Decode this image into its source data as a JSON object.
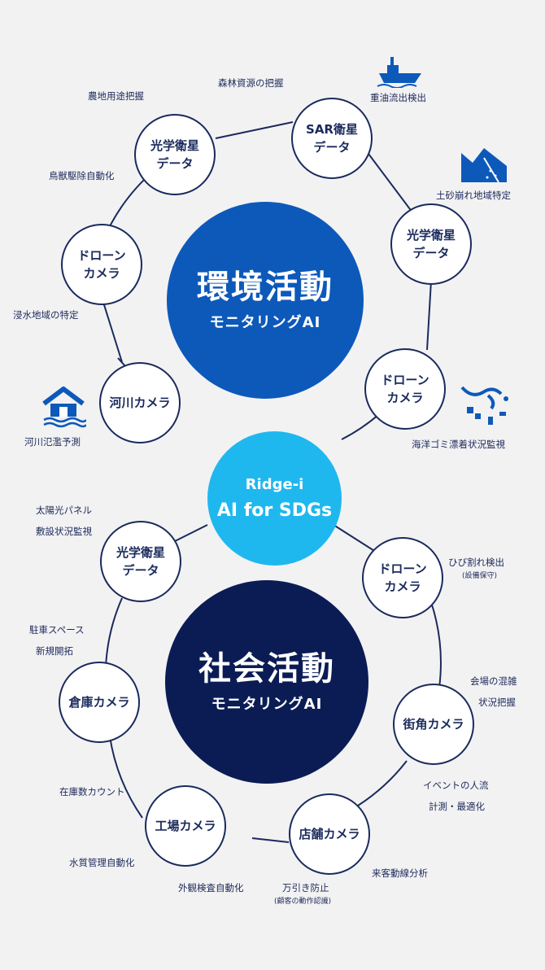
{
  "colors": {
    "ring": "#1a2a5c",
    "env_hub": "#0d59ba",
    "soc_hub": "#0b1c55",
    "center_hub": "#1fb8ee",
    "text": "#1e2a5a"
  },
  "hubs": {
    "environment": {
      "title": "環境活動",
      "subtitle": "モニタリングAI"
    },
    "center": {
      "line1": "Ridge-i",
      "line2": "AI for SDGs"
    },
    "society": {
      "title": "社会活動",
      "subtitle": "モニタリングAI"
    }
  },
  "env_nodes": [
    {
      "line1": "光学衛星",
      "line2": "データ"
    },
    {
      "line1": "SAR衛星",
      "line2": "データ"
    },
    {
      "line1": "光学衛星",
      "line2": "データ"
    },
    {
      "line1": "ドローン",
      "line2": "カメラ"
    },
    {
      "line1": "河川カメラ",
      "line2": ""
    },
    {
      "line1": "ドローン",
      "line2": "カメラ"
    }
  ],
  "soc_nodes": [
    {
      "line1": "光学衛星",
      "line2": "データ"
    },
    {
      "line1": "ドローン",
      "line2": "カメラ"
    },
    {
      "line1": "街角カメラ",
      "line2": ""
    },
    {
      "line1": "店舗カメラ",
      "line2": ""
    },
    {
      "line1": "工場カメラ",
      "line2": ""
    },
    {
      "line1": "倉庫カメラ",
      "line2": ""
    }
  ],
  "env_labels": {
    "forest": "森林資源の把握",
    "farm": "農地用途把握",
    "oil": "重油流出検出",
    "bird": "鳥獣駆除自動化",
    "landslide": "土砂崩れ地域特定",
    "flood_area": "浸水地域の特定",
    "river": "河川氾濫予測",
    "marine": "海洋ゴミ漂着状況監視"
  },
  "soc_labels": {
    "solar_1": "太陽光パネル",
    "solar_2": "敷設状況監視",
    "crack": "ひび割れ検出",
    "crack_sub": "(設備保守)",
    "parking_1": "駐車スペース",
    "parking_2": "新規開拓",
    "venue_1": "会場の混雑",
    "venue_2": "状況把握",
    "event_1": "イベントの人流",
    "event_2": "計測・最適化",
    "stock": "在庫数カウント",
    "water": "水質管理自動化",
    "visitor": "来客動線分析",
    "inspect": "外観検査自動化",
    "theft": "万引き防止",
    "theft_sub": "(顧客の動作認識)"
  },
  "icons": [
    "ship-icon",
    "landslide-icon",
    "flooded-house-icon",
    "marine-debris-icon"
  ]
}
